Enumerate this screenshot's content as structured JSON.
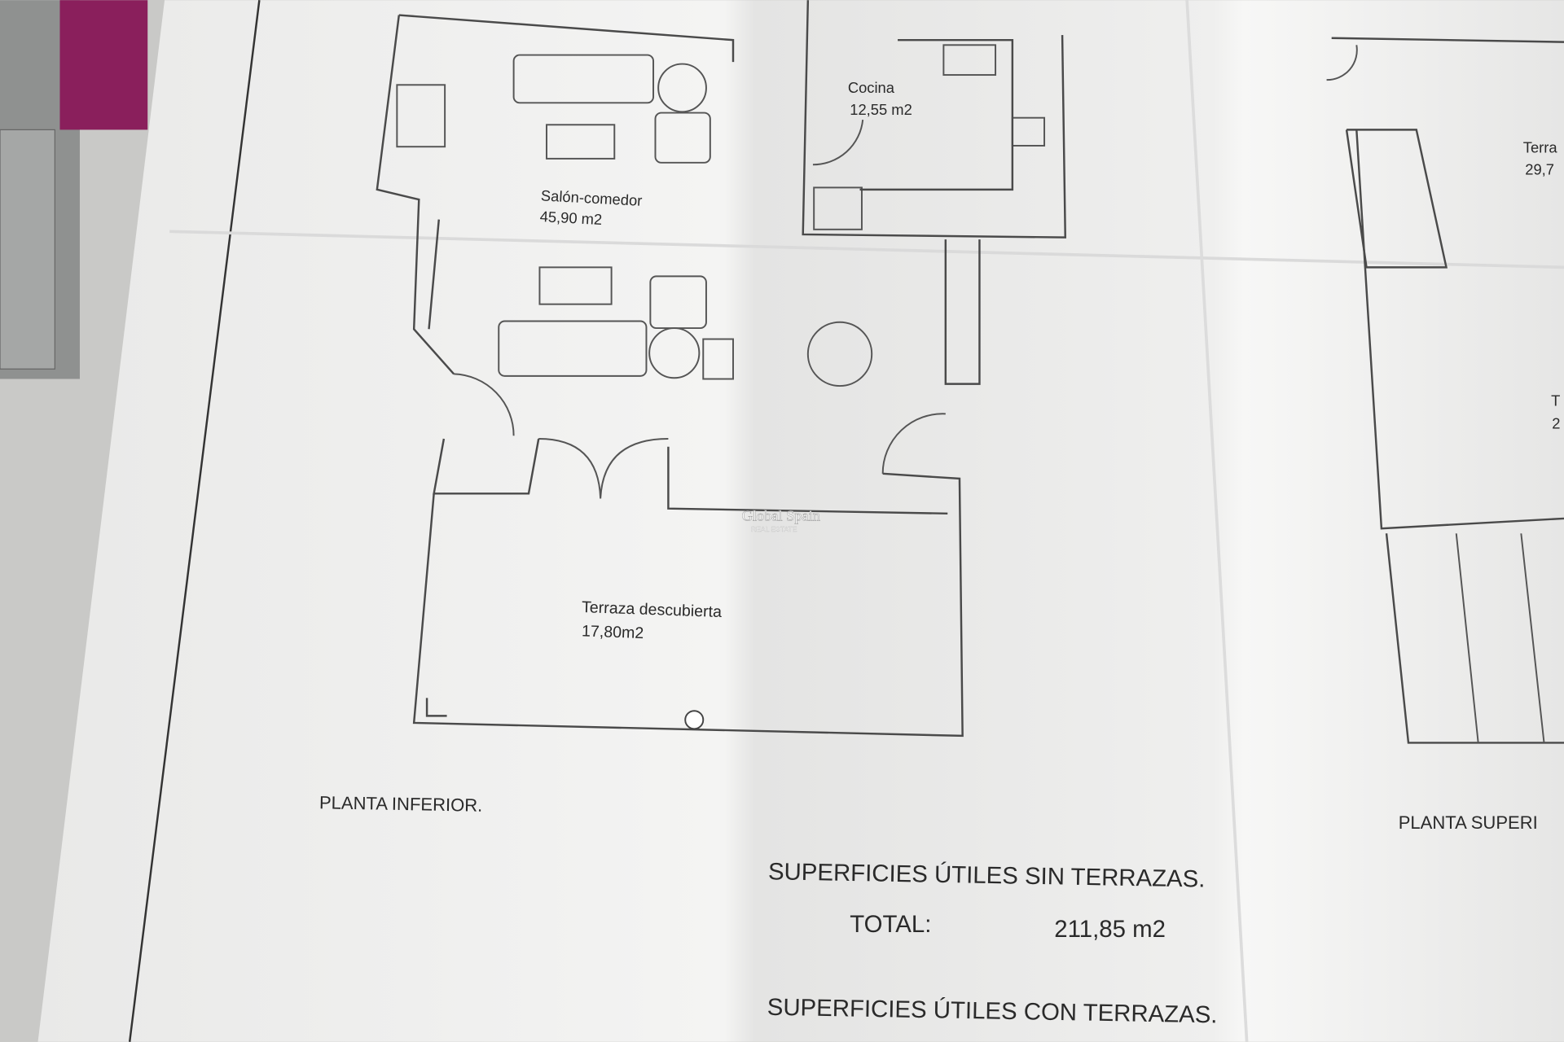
{
  "document": {
    "rooms": [
      {
        "name": "Cocina",
        "area": "12,55 m2"
      },
      {
        "name": "Salón-comedor",
        "area": "45,90 m2"
      },
      {
        "name": "Terraza descubierta",
        "area": "17,80m2"
      },
      {
        "name": "Terra",
        "area": "29,7"
      },
      {
        "name": "T",
        "area": "2"
      }
    ],
    "plan_labels": {
      "lower": "PLANTA INFERIOR.",
      "upper": "PLANTA SUPERI"
    },
    "summary": {
      "without_terraces": "SUPERFICIES ÚTILES SIN TERRAZAS.",
      "total_label": "TOTAL:",
      "total_value": "211,85 m2",
      "with_terraces": "SUPERFICIES ÚTILES CON TERRAZAS."
    },
    "watermark": {
      "brand": "Global Spain",
      "sub": "REAL ESTATE"
    }
  },
  "colors": {
    "paper": "#f1f1f0",
    "background": "#c9c9c7",
    "line": "#4a4a4a",
    "book_accent": "#8a1f5c"
  }
}
